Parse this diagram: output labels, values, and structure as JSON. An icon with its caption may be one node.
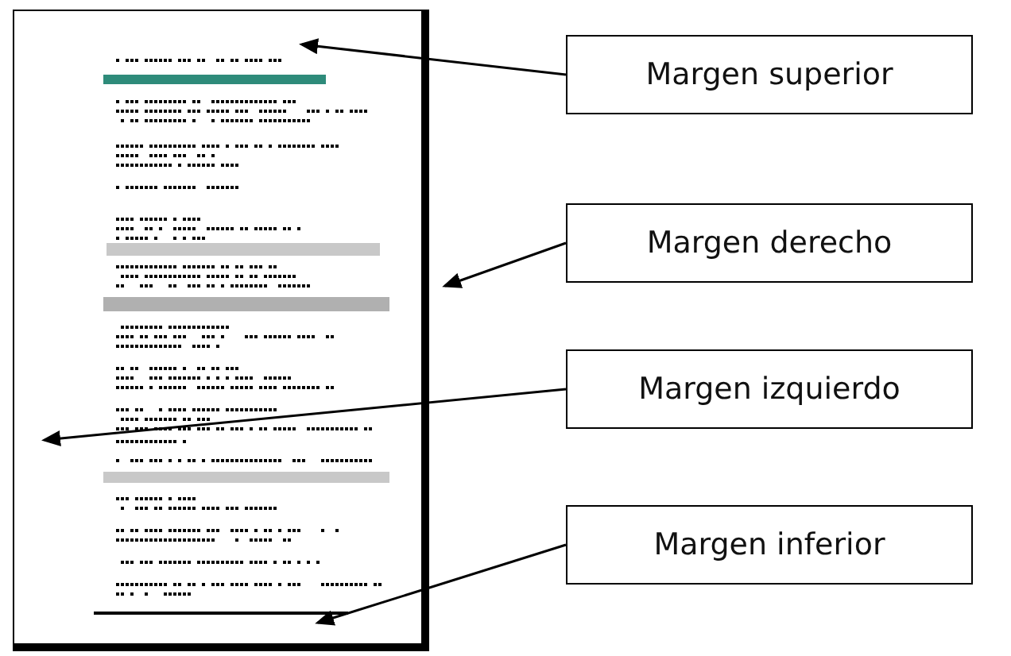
{
  "diagram": {
    "nodes": [
      {
        "text": [],
        "shape": "picture"
      },
      {
        "text": [
          "Margen superior"
        ]
      },
      {
        "text": [
          "Margen derecho"
        ]
      },
      {
        "text": [
          "Margen izquierdo"
        ]
      },
      {
        "text": [
          "Margen inferior"
        ]
      }
    ],
    "edges": [
      {
        "from": 1,
        "to": 0,
        "arrow": "to"
      },
      {
        "from": 2,
        "to": 0,
        "arrow": "to"
      },
      {
        "from": 3,
        "to": 0,
        "arrow": "to"
      },
      {
        "from": 4,
        "to": 0,
        "arrow": "to"
      }
    ]
  }
}
